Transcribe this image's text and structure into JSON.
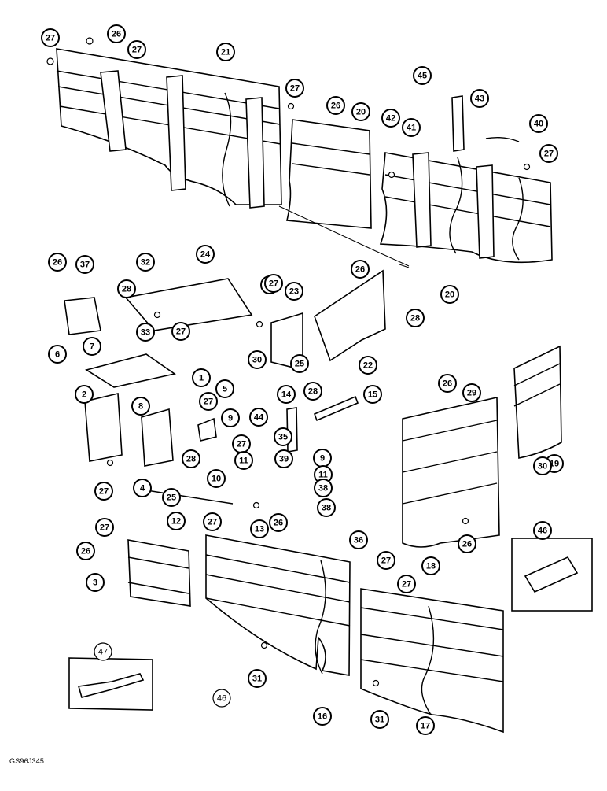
{
  "drawing_code": "GS96J345",
  "callouts": [
    "1",
    "2",
    "3",
    "4",
    "5",
    "6",
    "7",
    "8",
    "9",
    "10",
    "11",
    "12",
    "13",
    "14",
    "15",
    "16",
    "17",
    "18",
    "19",
    "20",
    "21",
    "22",
    "23",
    "24",
    "25",
    "26",
    "27",
    "28",
    "29",
    "30",
    "31",
    "32",
    "33",
    "34",
    "35",
    "36",
    "37",
    "38",
    "39",
    "40",
    "41",
    "42",
    "43",
    "44",
    "45",
    "46",
    "47"
  ]
}
